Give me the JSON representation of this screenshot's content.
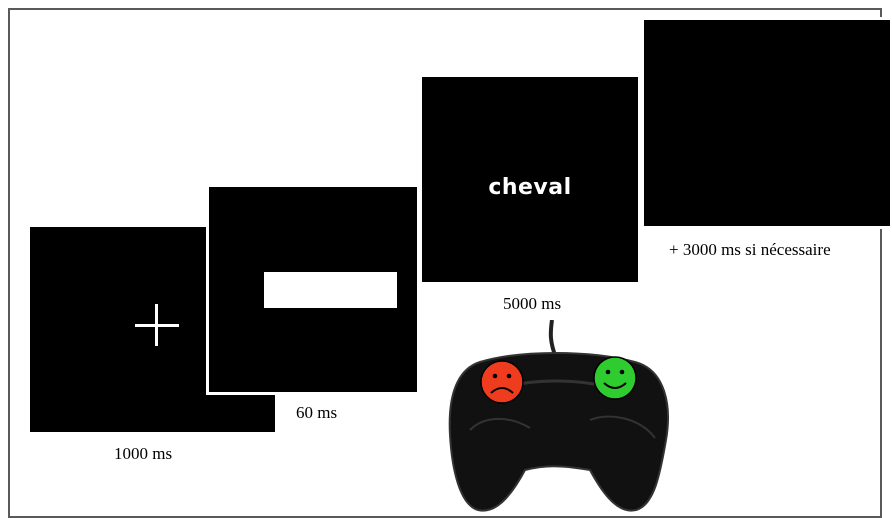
{
  "stimuli": {
    "fixation": {
      "duration_label": "1000 ms",
      "symbol": "+"
    },
    "mask": {
      "duration_label": "60 ms"
    },
    "word": {
      "text": "cheval",
      "duration_label": "5000 ms"
    },
    "blank": {
      "duration_label": "+ 3000 ms si nécessaire"
    }
  },
  "controller": {
    "left_button": {
      "icon": "sad-face-icon",
      "color": "#f03c1e"
    },
    "right_button": {
      "icon": "happy-face-icon",
      "color": "#2ecc2e"
    }
  },
  "colors": {
    "screen": "#000000",
    "stimulus": "#ffffff"
  }
}
